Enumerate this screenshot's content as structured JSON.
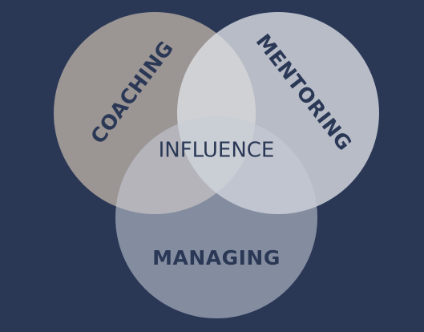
{
  "diagram": {
    "background": "#2a3856",
    "text_color": "#2a3856",
    "circles": [
      {
        "id": "coaching",
        "label": "COACHING",
        "color": "#bbb0a5"
      },
      {
        "id": "mentoring",
        "label": "MENTORING",
        "color": "#dfe1e7"
      },
      {
        "id": "managing",
        "label": "MANAGING",
        "color": "#c7ccd5"
      }
    ],
    "center_label": "INFLUENCE"
  }
}
